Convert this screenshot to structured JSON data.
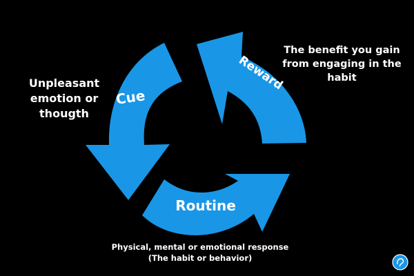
{
  "colors": {
    "background": "#000000",
    "arrow": "#1a96e6",
    "text": "#ffffff"
  },
  "stages": {
    "cue": {
      "label": "Cue",
      "description": "Unpleasant emotion or thougth"
    },
    "reward": {
      "label": "Reward",
      "description": "The benefit you gain from engaging in the habit"
    },
    "routine": {
      "label": "Routine",
      "description_line1": "Physical, mental or emotional response",
      "description_line2": "(The habit or behavior)"
    }
  },
  "logo": {
    "icon": "brain-logo-icon"
  }
}
